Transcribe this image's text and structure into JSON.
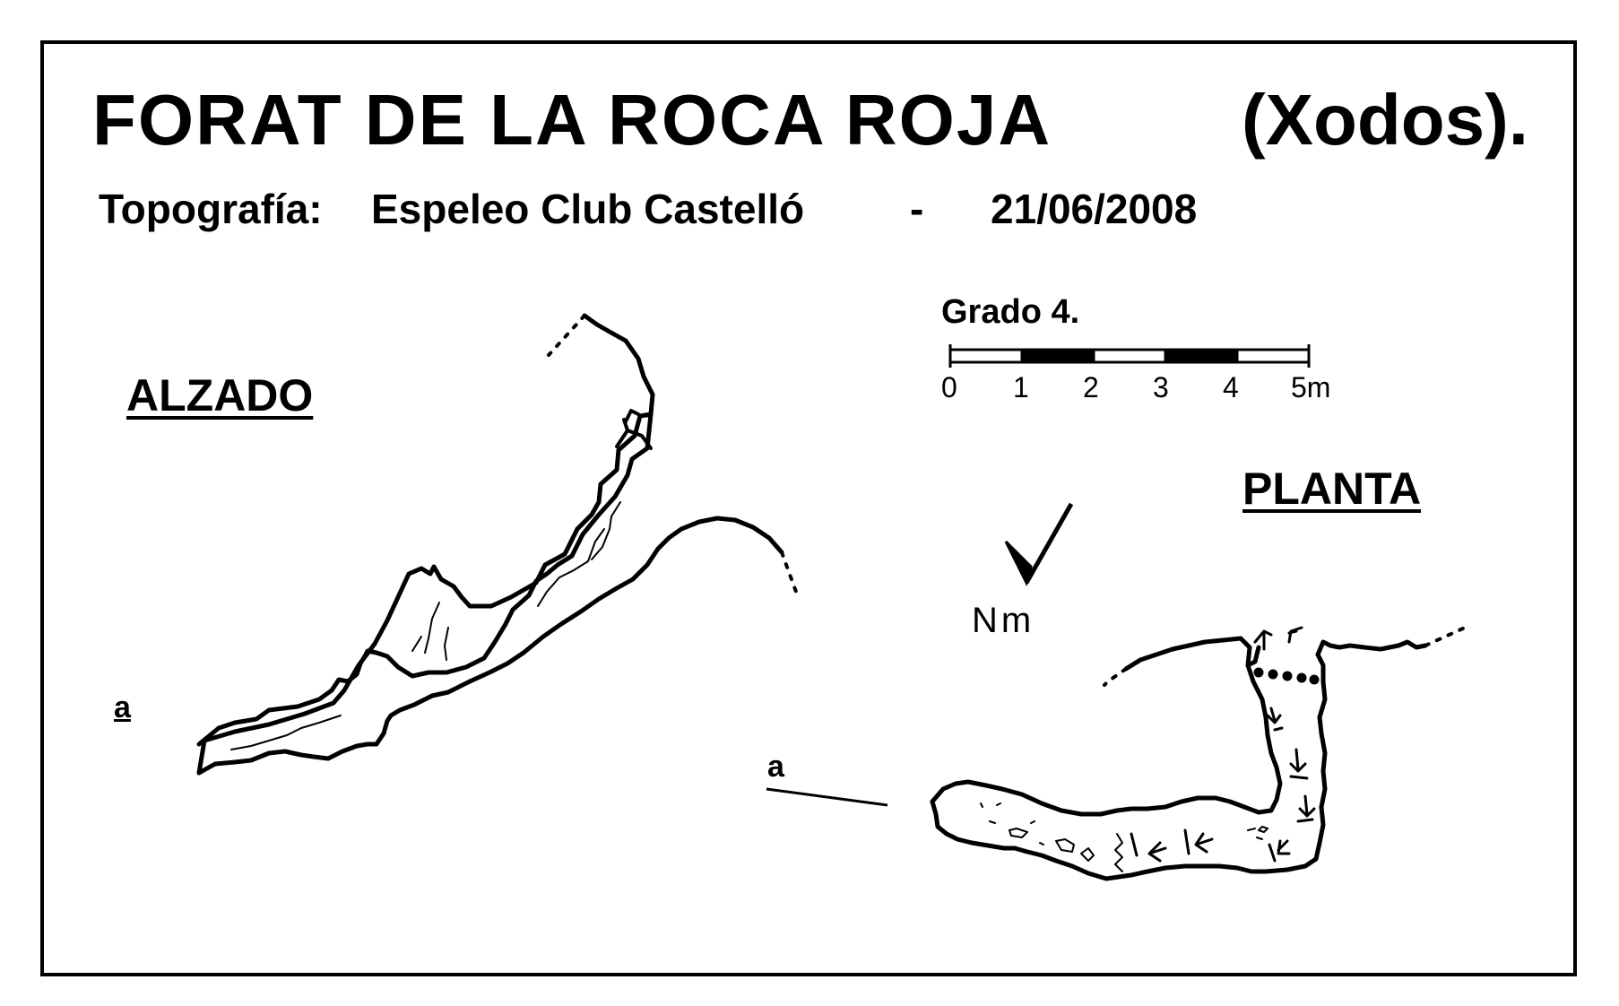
{
  "title": {
    "name": "FORAT  DE  LA  ROCA  ROJA",
    "location": "(Xodos)."
  },
  "subtitle": {
    "label": "Topografía:",
    "author": "Espeleo Club Castelló",
    "separator": "-",
    "date": "21/06/2008"
  },
  "grade": "Grado  4.",
  "scale": {
    "ticks": [
      "0",
      "1",
      "2",
      "3",
      "4",
      "5m"
    ]
  },
  "sections": {
    "alzado": "ALZADO",
    "planta": "PLANTA"
  },
  "north_label": "Nm",
  "section_marks": {
    "alzado": "a",
    "planta": "a"
  }
}
